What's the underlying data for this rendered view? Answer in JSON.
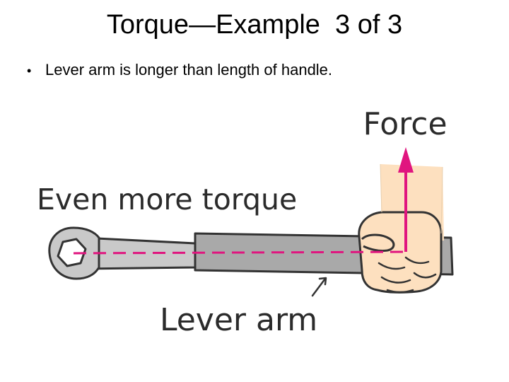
{
  "slide": {
    "title": "Torque—Example  3 of 3",
    "bullets": [
      {
        "marker": "•",
        "text": "Lever arm is longer than length of handle."
      }
    ]
  },
  "figure": {
    "labels": {
      "force": "Force",
      "torque": "Even more torque",
      "lever_arm": "Lever arm"
    },
    "colors": {
      "force_arrow": "#e0157f",
      "lever_line": "#e0157f",
      "wrench_metal": "#c9c9c9",
      "handle_grip": "#a9a9a9",
      "hand_skin": "#fde0bf",
      "outline": "#333333",
      "label_text": "#2b2b2b"
    },
    "icons": {
      "wrench": "wrench-icon",
      "hand": "hand-icon",
      "force_arrow": "up-arrow-icon",
      "pointer_arrow": "pointer-arrow-icon"
    }
  }
}
